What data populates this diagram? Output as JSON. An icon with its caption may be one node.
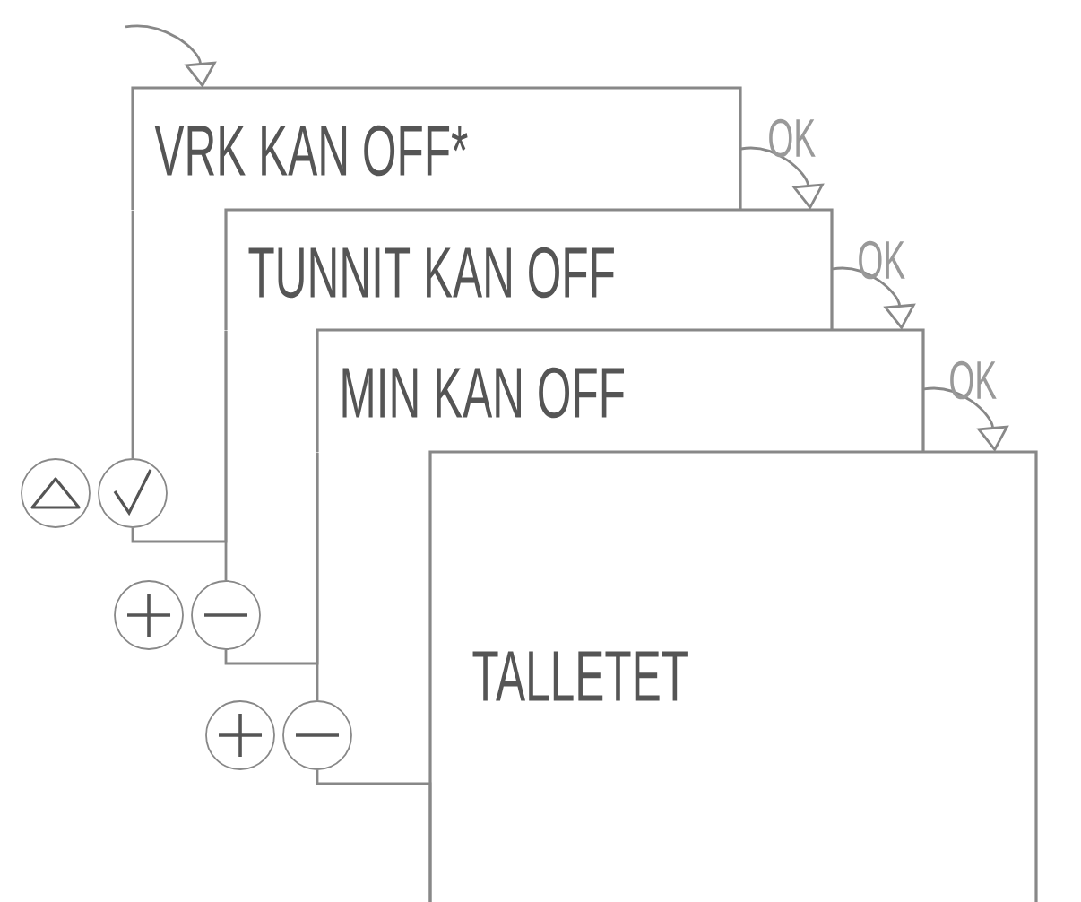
{
  "diagram": {
    "nodes": [
      {
        "text": [
          "VRK KAN OFF*"
        ]
      },
      {
        "text": [
          "TUNNIT KAN OFF"
        ]
      },
      {
        "text": [
          "MIN KAN OFF"
        ]
      },
      {
        "text": [
          "TALLETET"
        ]
      },
      {
        "text": [],
        "shape": "circle"
      },
      {
        "text": [],
        "shape": "circle"
      },
      {
        "text": [],
        "shape": "circle"
      },
      {
        "text": [],
        "shape": "circle"
      },
      {
        "text": [],
        "shape": "circle"
      },
      {
        "text": [],
        "shape": "circle"
      }
    ],
    "edges": [
      {
        "from": null,
        "to": 0,
        "arrow": "to"
      },
      {
        "from": 0,
        "to": 1,
        "arrow": "to",
        "label": "OK"
      },
      {
        "from": 1,
        "to": 2,
        "arrow": "to",
        "label": "OK"
      },
      {
        "from": 2,
        "to": 3,
        "arrow": "to",
        "label": "OK"
      },
      {
        "from": 0,
        "to": 5,
        "arrow": "none"
      },
      {
        "from": 5,
        "to": 1,
        "arrow": "none"
      },
      {
        "from": 1,
        "to": 7,
        "arrow": "none"
      },
      {
        "from": 7,
        "to": 2,
        "arrow": "none"
      },
      {
        "from": 2,
        "to": 9,
        "arrow": "none"
      },
      {
        "from": 9,
        "to": 3,
        "arrow": "none"
      }
    ]
  }
}
